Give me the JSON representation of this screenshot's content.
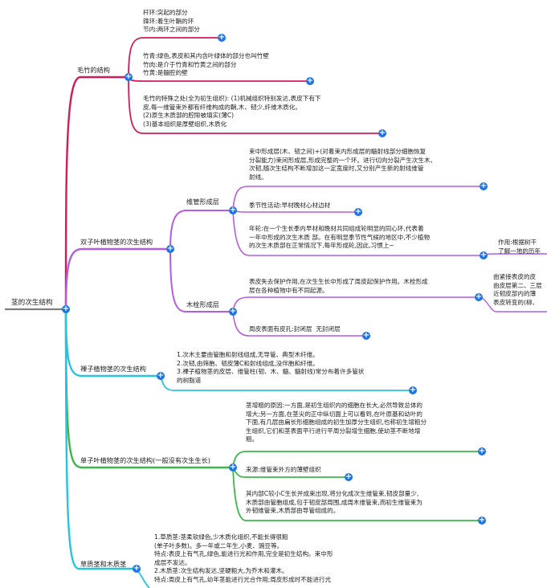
{
  "colors": {
    "red": "#cf1d5b",
    "purple": "#b65ce0",
    "cyan": "#27c3e0",
    "green": "#3cb84a",
    "root_line": "#7f7f7f",
    "plus": "#1e74e0"
  },
  "icon": "plus-circle-icon",
  "root": "茎的次生结构",
  "branches": {
    "mao": {
      "title": "毛竹的结构",
      "n1": "杆环:突起的部分\n箨环:着生叶鞘的环\n节内:两环之间的部分",
      "n2": "竹青:绿色,表皮和其内含叶绿体的部分也叫竹壁\n竹肉:是介于竹青和竹黄之间的部分\n竹黄:是髓腔的壁",
      "n3": "毛竹的特殊之处(全为初生组织): (1)机械组织特别发达,表皮下有下\n皮,每一维管束外都有纤维构成的鞘,木、韧少,纤维木质化。\n(2)原生木质部的腔隙被填实(薄C)\n(3)基本组织是厚壁组织,木质化"
    },
    "shuang": {
      "title": "双子叶植物茎的次生结构",
      "wei": {
        "title": "维管形成层",
        "n1": "束中形成层(木、韧之间)+(对着束内形成层的髓射线部分细胞恢复\n分裂能力)束间形成层,形成完整的一个环。进行切向分裂产生次生木、\n次韧,随次生结构不断增加这一定宽度时,又分别产生新的射线维管\n射线。",
        "n2": "季节性活动:早材晚材心材边材",
        "n3": "年轮:在一个生长季内早材和晚材共同组成轮明显的同心环,代表着\n一年中形成的次生木质 部。在有明显季节性气候的地区中,不少植物\n的次生木质部在正常情况下,每年形成轮,因此,习惯上~",
        "n3b": "作用:根据树干\n了解一地的历年"
      },
      "mu": {
        "title": "木栓形成层",
        "n1": "表皮失去保护作用,在次生生长中形成了周皮起保护作用。木栓形成\n层在各种植物中有不同起源。",
        "n1b": "由紧接表皮的皮\n由皮层第二、三层\n近韧皮部内的薄\n表皮转变的(柳、",
        "n2": "周皮表面有皮孔:封闭层  无封闭层"
      }
    },
    "luo": {
      "title": "裸子植物茎的次生结构",
      "n1": "1.次木主要由管胞和射线组成,无导管、典型木纤维。\n2.次韧,由筛胞、韧皮薄C和射线组成,没伴胞和纤维。\n3.裸子植物茎的皮层、维管柱(韧、木、髓、髓射线)常分布着许多管状\n的树脂道"
    },
    "dan": {
      "title": "单子叶植物茎的次生结构(一般没有次生生长)",
      "n1": "茎增粗的原因:一方面,是初生组织内的细胞在长大,必然导致总体的\n增大;另一方面,在茎尖的正中纵切面上可以看到,在叶原基和幼叶的\n下面,有几层由扁长形细胞组成的初生加厚分生组织,也称初生增粗分\n生组织,它们和茎表面平行进行平周分裂增生细胞,使幼茎不断地增\n粗。",
      "n2": "来源:维管束外方的薄壁组织",
      "n3": "其内部C较小C生长并成束出现,将分化成次生维管束,韧皮部量少,\n木质部由管胞组成,包于韧皮部周围,成周木维管束,而初生维管束为\n外韧维管束,木质部由导管组成的。"
    },
    "cao": {
      "title": "草质茎和木质茎",
      "n1": "1.草质茎:茎柔软绿色,少木质化组织,不能长得很粗\n(单子叶多数)。多一年或二年生,小麦、豌豆等。\n特点:表皮上有气孔,绿色,能进行光和作用,完全是初生结构。束中形\n成层不发达。\n2.木质茎:次生结构发达,坚硬粗大,为乔木和灌木。\n特点:周皮上有气孔,幼年茎能进行光合作用;周皮形成时不能进行光"
    }
  }
}
